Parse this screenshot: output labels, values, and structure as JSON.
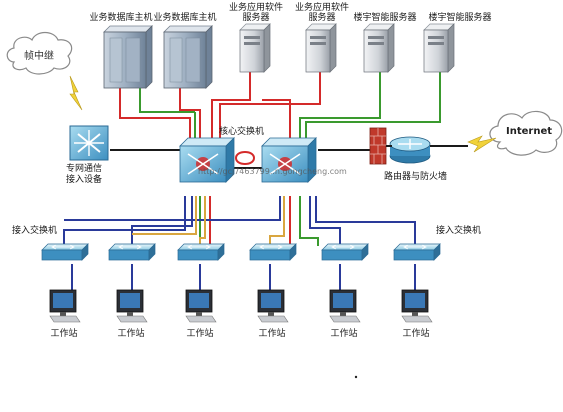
{
  "labels": {
    "db_host_1": "业务数据库主机",
    "db_host_2": "业务数据库主机",
    "app_server_1_line1": "业务应用软件",
    "app_server_1_line2": "服务器",
    "app_server_2_line1": "业务应用软件",
    "app_server_2_line2": "服务器",
    "smart_server_1": "楼宇智能服务器",
    "smart_server_2": "楼宇智能服务器",
    "frame_relay": "帧中继",
    "internet": "Internet",
    "core_switch": "核心交换机",
    "private_net_line1": "专网通信",
    "private_net_line2": "接入设备",
    "router_firewall": "路由器与防火墙",
    "access_switch_left": "接入交换机",
    "access_switch_right": "接入交换机",
    "workstations": [
      "工作站",
      "工作站",
      "工作站",
      "工作站",
      "工作站",
      "工作站"
    ],
    "watermark": "http://gcj7463799..n.gongcheng.com"
  },
  "colors": {
    "red_line": "#d42a2a",
    "green_line": "#3a9a2e",
    "blue_line": "#2a3a9a",
    "orange_line": "#d9a640",
    "switch_face": "#5fb0d8",
    "server": "#d6d9de"
  },
  "icons": [
    "cloud-icon",
    "server-icon",
    "switch-icon",
    "router-icon",
    "firewall-icon",
    "monitor-icon",
    "lightning-icon"
  ]
}
